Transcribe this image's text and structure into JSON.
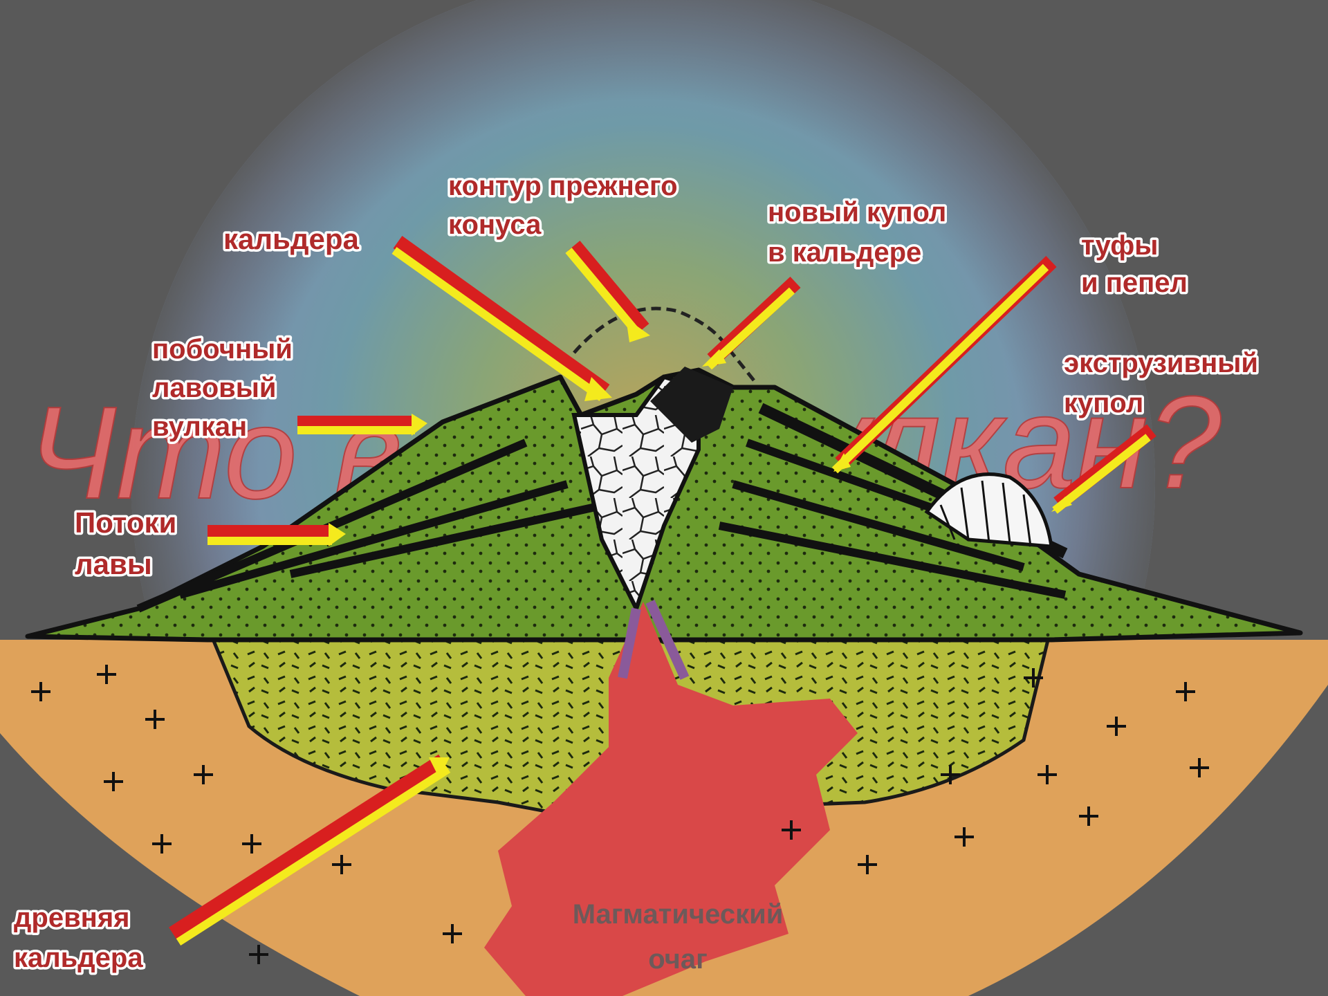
{
  "title_text": {
    "left": "Что в",
    "right": "улкан?"
  },
  "labels": {
    "kaldera": "кальдера",
    "kontur": [
      "контур прежнего",
      "конуса"
    ],
    "noviy_kupol": [
      "новый купол",
      "в кальдере"
    ],
    "tufy": [
      "туфы",
      "и пепел"
    ],
    "pobochniy": [
      "побочный",
      "лавовый",
      "вулкан"
    ],
    "ekstruzivniy": [
      "экструзивный",
      "купол"
    ],
    "potoki": [
      "Потоки",
      "лавы"
    ],
    "drevnyaya": [
      "древняя",
      "кальдера"
    ],
    "magma": [
      "Магматический",
      "очаг"
    ]
  },
  "colors": {
    "background": "#595959",
    "label_text": "#b02a2a",
    "arrow_red": "#d81f1f",
    "arrow_yellow": "#f4ea1d",
    "cone_green": "#6a9a2c",
    "base_olive": "#b5bd3c",
    "crust_orange": "#dfa25a",
    "magma": "#d94848"
  }
}
